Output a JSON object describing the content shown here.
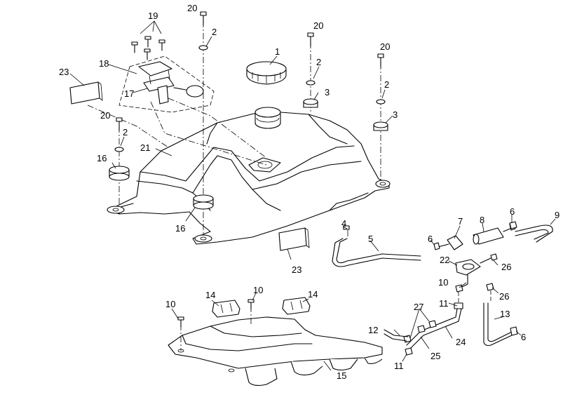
{
  "diagram": {
    "type": "exploded-parts-diagram",
    "line_color": "#000000",
    "background": "#ffffff",
    "callouts": [
      {
        "id": "c1",
        "text": "1"
      },
      {
        "id": "c2a",
        "text": "2"
      },
      {
        "id": "c2b",
        "text": "2"
      },
      {
        "id": "c2c",
        "text": "2"
      },
      {
        "id": "c2d",
        "text": "2"
      },
      {
        "id": "c3a",
        "text": "3"
      },
      {
        "id": "c3b",
        "text": "3"
      },
      {
        "id": "c4",
        "text": "4"
      },
      {
        "id": "c5",
        "text": "5"
      },
      {
        "id": "c6a",
        "text": "6"
      },
      {
        "id": "c6b",
        "text": "6"
      },
      {
        "id": "c6c",
        "text": "6"
      },
      {
        "id": "c7",
        "text": "7"
      },
      {
        "id": "c8",
        "text": "8"
      },
      {
        "id": "c9",
        "text": "9"
      },
      {
        "id": "c10a",
        "text": "10"
      },
      {
        "id": "c10b",
        "text": "10"
      },
      {
        "id": "c10c",
        "text": "10"
      },
      {
        "id": "c11a",
        "text": "11"
      },
      {
        "id": "c11b",
        "text": "11"
      },
      {
        "id": "c12",
        "text": "12"
      },
      {
        "id": "c13",
        "text": "13"
      },
      {
        "id": "c14a",
        "text": "14"
      },
      {
        "id": "c14b",
        "text": "14"
      },
      {
        "id": "c15",
        "text": "15"
      },
      {
        "id": "c16a",
        "text": "16"
      },
      {
        "id": "c16b",
        "text": "16"
      },
      {
        "id": "c17",
        "text": "17"
      },
      {
        "id": "c18",
        "text": "18"
      },
      {
        "id": "c19",
        "text": "19"
      },
      {
        "id": "c20a",
        "text": "20"
      },
      {
        "id": "c20b",
        "text": "20"
      },
      {
        "id": "c20c",
        "text": "20"
      },
      {
        "id": "c20d",
        "text": "20"
      },
      {
        "id": "c21",
        "text": "21"
      },
      {
        "id": "c22",
        "text": "22"
      },
      {
        "id": "c23a",
        "text": "23"
      },
      {
        "id": "c23b",
        "text": "23"
      },
      {
        "id": "c24",
        "text": "24"
      },
      {
        "id": "c25",
        "text": "25"
      },
      {
        "id": "c26a",
        "text": "26"
      },
      {
        "id": "c26b",
        "text": "26"
      },
      {
        "id": "c27",
        "text": "27"
      }
    ]
  }
}
